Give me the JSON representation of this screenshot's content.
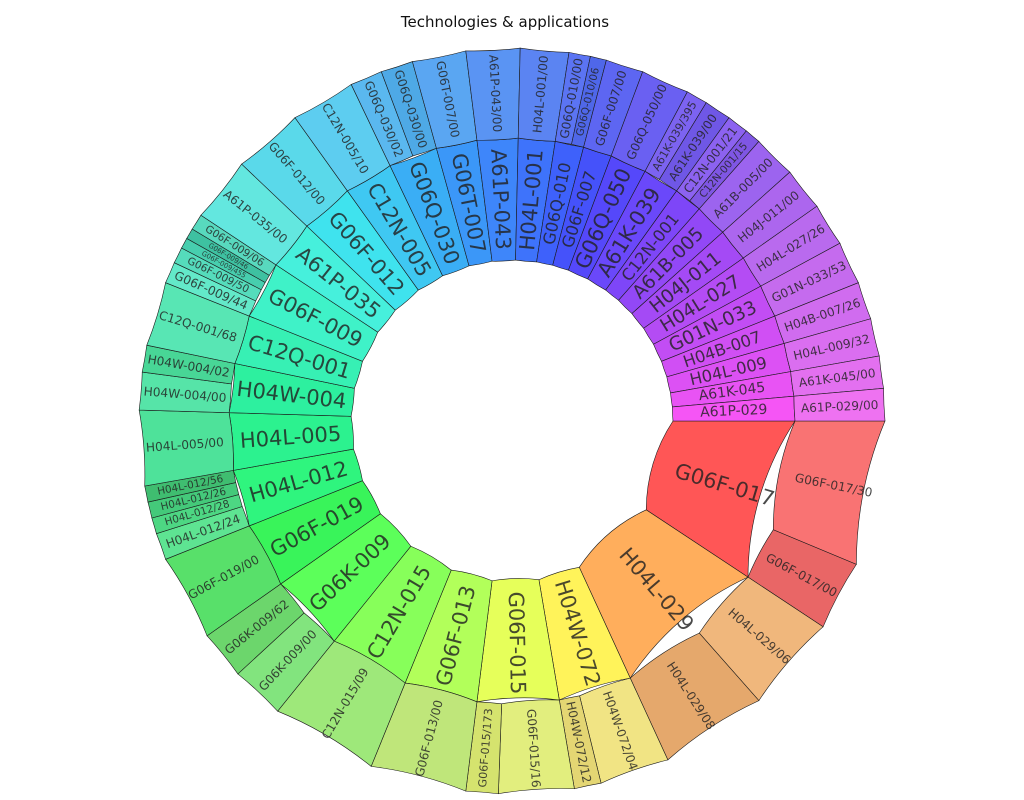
{
  "chart_data": {
    "type": "sunburst",
    "title": "Technologies & applications",
    "children": [
      {
        "name": "G06F-017",
        "value": 40,
        "color": "#ff5656",
        "children": [
          {
            "name": "G06F-017/30",
            "value": 27,
            "color": "#f97373"
          },
          {
            "name": "G06F-017/00",
            "value": 13,
            "color": "#e96666"
          }
        ]
      },
      {
        "name": "H04L-029",
        "value": 38,
        "color": "#ffae5c",
        "children": [
          {
            "name": "H04L-029/06",
            "value": 18,
            "color": "#f0b77c"
          },
          {
            "name": "H04L-029/08",
            "value": 20,
            "color": "#e5a86c"
          }
        ]
      },
      {
        "name": "H04W-072",
        "value": 18,
        "color": "#fff35a",
        "children": [
          {
            "name": "H04W-072/04",
            "value": 13,
            "color": "#f1e484"
          },
          {
            "name": "H04W-072/12",
            "value": 5,
            "color": "#e4d673"
          }
        ]
      },
      {
        "name": "G06F-015",
        "value": 20,
        "color": "#e6ff5a",
        "children": [
          {
            "name": "G06F-015/16",
            "value": 14,
            "color": "#e2ee7e"
          },
          {
            "name": "G06F-015/173",
            "value": 6,
            "color": "#d5e36e"
          }
        ]
      },
      {
        "name": "G06F-013",
        "value": 18,
        "color": "#b2ff5a",
        "children": [
          {
            "name": "G06F-013/00",
            "value": 18,
            "color": "#bfe67a"
          }
        ]
      },
      {
        "name": "C12N-015",
        "value": 20,
        "color": "#87ff5a",
        "children": [
          {
            "name": "C12N-015/09",
            "value": 20,
            "color": "#9ee87a"
          }
        ]
      },
      {
        "name": "G06K-009",
        "value": 19,
        "color": "#5cff5a",
        "children": [
          {
            "name": "G06K-009/00",
            "value": 10,
            "color": "#82e47e"
          },
          {
            "name": "G06K-009/62",
            "value": 9,
            "color": "#6cd66c"
          }
        ]
      },
      {
        "name": "G06F-019",
        "value": 16,
        "color": "#39f45a",
        "children": [
          {
            "name": "G06F-019/00",
            "value": 16,
            "color": "#58e06a"
          }
        ]
      },
      {
        "name": "H04L-012",
        "value": 14,
        "color": "#2ff57e",
        "children": [
          {
            "name": "H04L-012/24",
            "value": 5,
            "color": "#5ee492"
          },
          {
            "name": "H04L-012/28",
            "value": 3,
            "color": "#4dd783"
          },
          {
            "name": "H04L-012/26",
            "value": 3,
            "color": "#44c97a"
          },
          {
            "name": "H04L-012/56",
            "value": 3,
            "color": "#3fbd70"
          }
        ]
      },
      {
        "name": "H04L-005",
        "value": 14,
        "color": "#2cf28f",
        "children": [
          {
            "name": "H04L-005/00",
            "value": 14,
            "color": "#4ee29a"
          }
        ]
      },
      {
        "name": "H04W-004",
        "value": 12,
        "color": "#2df09f",
        "children": [
          {
            "name": "H04W-004/00",
            "value": 7,
            "color": "#56e4a8"
          },
          {
            "name": "H04W-004/02",
            "value": 5,
            "color": "#48d696"
          }
        ]
      },
      {
        "name": "C12Q-001",
        "value": 12,
        "color": "#37f0b4",
        "children": [
          {
            "name": "C12Q-001/68",
            "value": 12,
            "color": "#58e6b4"
          }
        ]
      },
      {
        "name": "G06F-009",
        "value": 14,
        "color": "#3ff2c8",
        "children": [
          {
            "name": "G06F-009/44",
            "value": 4,
            "color": "#63e9c9"
          },
          {
            "name": "G06F-009/50",
            "value": 3,
            "color": "#55dcbc"
          },
          {
            "name": "G06F-009/455",
            "value": 2,
            "color": "#47ceae"
          },
          {
            "name": "G06F-009/46",
            "value": 2,
            "color": "#3ec1a1"
          },
          {
            "name": "G06F-009/06",
            "value": 3,
            "color": "#58d9be"
          }
        ]
      },
      {
        "name": "A61P-035",
        "value": 12,
        "color": "#46f0dc",
        "children": [
          {
            "name": "A61P-035/00",
            "value": 12,
            "color": "#63e7df"
          }
        ]
      },
      {
        "name": "G06F-012",
        "value": 13,
        "color": "#3fe3ee",
        "children": [
          {
            "name": "G06F-012/00",
            "value": 13,
            "color": "#5ad9ea"
          }
        ]
      },
      {
        "name": "C12N-005",
        "value": 12,
        "color": "#3fc8f2",
        "children": [
          {
            "name": "C12N-005/10",
            "value": 12,
            "color": "#5dcdf0"
          }
        ]
      },
      {
        "name": "G06Q-030",
        "value": 12,
        "color": "#3aaef5",
        "children": [
          {
            "name": "G06Q-030/02",
            "value": 6,
            "color": "#5ab8ef"
          },
          {
            "name": "G06Q-030/00",
            "value": 6,
            "color": "#4ea9e6"
          }
        ]
      },
      {
        "name": "G06T-007",
        "value": 10,
        "color": "#3b97f8",
        "children": [
          {
            "name": "G06T-007/00",
            "value": 10,
            "color": "#5aa6f2"
          }
        ]
      },
      {
        "name": "A61P-043",
        "value": 10,
        "color": "#3e86fa",
        "children": [
          {
            "name": "A61P-043/00",
            "value": 10,
            "color": "#5a94f3"
          }
        ]
      },
      {
        "name": "H04L-001",
        "value": 9,
        "color": "#3e73fb",
        "children": [
          {
            "name": "H04L-001/00",
            "value": 9,
            "color": "#5b84f2"
          }
        ]
      },
      {
        "name": "G06Q-010",
        "value": 7,
        "color": "#3e61fb",
        "children": [
          {
            "name": "G06Q-010/00",
            "value": 4,
            "color": "#5b74f3"
          },
          {
            "name": "G06Q-010/06",
            "value": 3,
            "color": "#4f67e9"
          }
        ]
      },
      {
        "name": "G06F-007",
        "value": 7,
        "color": "#4552fa",
        "children": [
          {
            "name": "G06F-007/00",
            "value": 7,
            "color": "#5d66f2"
          }
        ]
      },
      {
        "name": "G06Q-050",
        "value": 9,
        "color": "#5548fa",
        "children": [
          {
            "name": "G06Q-050/00",
            "value": 9,
            "color": "#6a60f2"
          }
        ]
      },
      {
        "name": "A61K-039",
        "value": 9,
        "color": "#6a48fa",
        "children": [
          {
            "name": "A61K-039/395",
            "value": 4,
            "color": "#7c63f1"
          },
          {
            "name": "A61K-039/00",
            "value": 5,
            "color": "#6f57e6"
          }
        ]
      },
      {
        "name": "C12N-001",
        "value": 7,
        "color": "#7e46f8",
        "children": [
          {
            "name": "C12N-001/21",
            "value": 4,
            "color": "#8c62f0"
          },
          {
            "name": "C12N-001/15",
            "value": 3,
            "color": "#7f56e4"
          }
        ]
      },
      {
        "name": "A61B-005",
        "value": 8,
        "color": "#9248f6",
        "children": [
          {
            "name": "A61B-005/00",
            "value": 8,
            "color": "#9c64ef"
          }
        ]
      },
      {
        "name": "H04J-011",
        "value": 8,
        "color": "#a44af5",
        "children": [
          {
            "name": "H04J-011/00",
            "value": 8,
            "color": "#ac66ee"
          }
        ]
      },
      {
        "name": "H04L-027",
        "value": 8,
        "color": "#b44cf4",
        "children": [
          {
            "name": "H04L-027/26",
            "value": 8,
            "color": "#b96aee"
          }
        ]
      },
      {
        "name": "G01N-033",
        "value": 8,
        "color": "#c24df4",
        "children": [
          {
            "name": "G01N-033/53",
            "value": 8,
            "color": "#c56bee"
          }
        ]
      },
      {
        "name": "H04B-007",
        "value": 7,
        "color": "#d04ff4",
        "children": [
          {
            "name": "H04B-007/26",
            "value": 7,
            "color": "#d06cef"
          }
        ]
      },
      {
        "name": "H04L-009",
        "value": 7,
        "color": "#dc51f4",
        "children": [
          {
            "name": "H04L-009/32",
            "value": 7,
            "color": "#da6ef0"
          }
        ]
      },
      {
        "name": "A61K-045",
        "value": 6,
        "color": "#e853f4",
        "children": [
          {
            "name": "A61K-045/00",
            "value": 6,
            "color": "#e370f0"
          }
        ]
      },
      {
        "name": "A61P-029",
        "value": 6,
        "color": "#f555f5",
        "children": [
          {
            "name": "A61P-029/00",
            "value": 6,
            "color": "#ee72f1"
          }
        ]
      }
    ]
  }
}
